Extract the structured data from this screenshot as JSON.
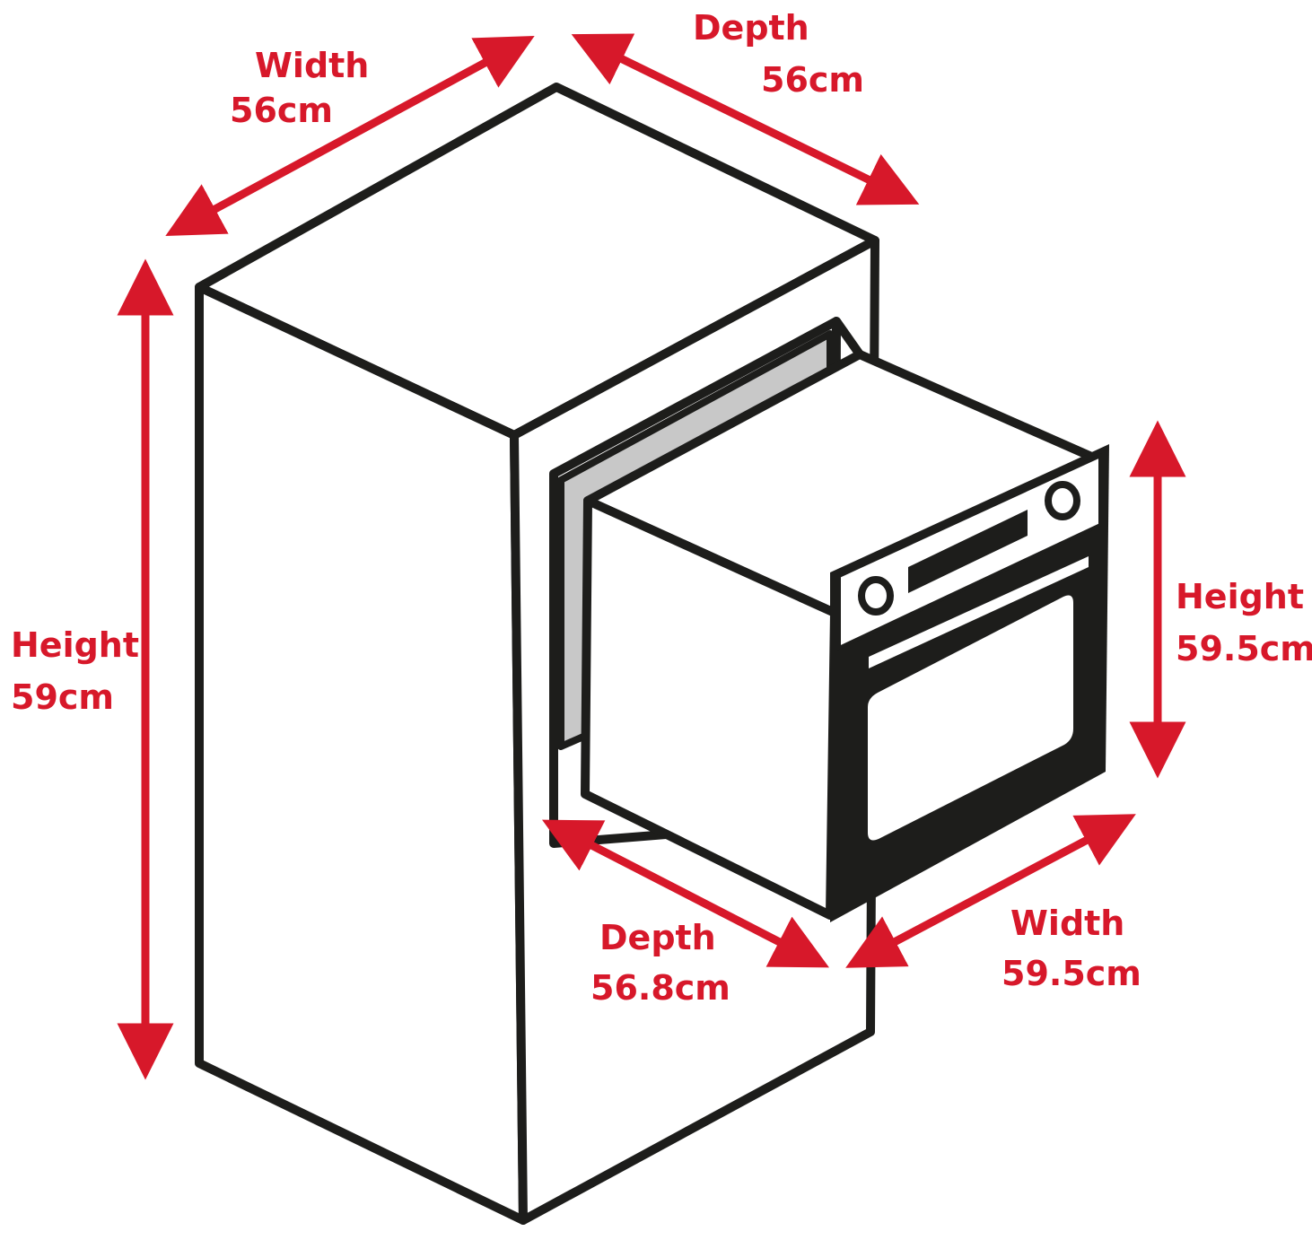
{
  "colors": {
    "accent": "#d7182a",
    "outline": "#1d1d1b",
    "recess": "#c8c8c8"
  },
  "dimensions": {
    "cabinet": {
      "width": {
        "label": "Width",
        "value": "56cm"
      },
      "depth": {
        "label": "Depth",
        "value": "56cm"
      },
      "height": {
        "label": "Height",
        "value": "59cm"
      }
    },
    "oven": {
      "height": {
        "label": "Height",
        "value": "59.5cm"
      },
      "depth": {
        "label": "Depth",
        "value": "56.8cm"
      },
      "width": {
        "label": "Width",
        "value": "59.5cm"
      }
    }
  }
}
